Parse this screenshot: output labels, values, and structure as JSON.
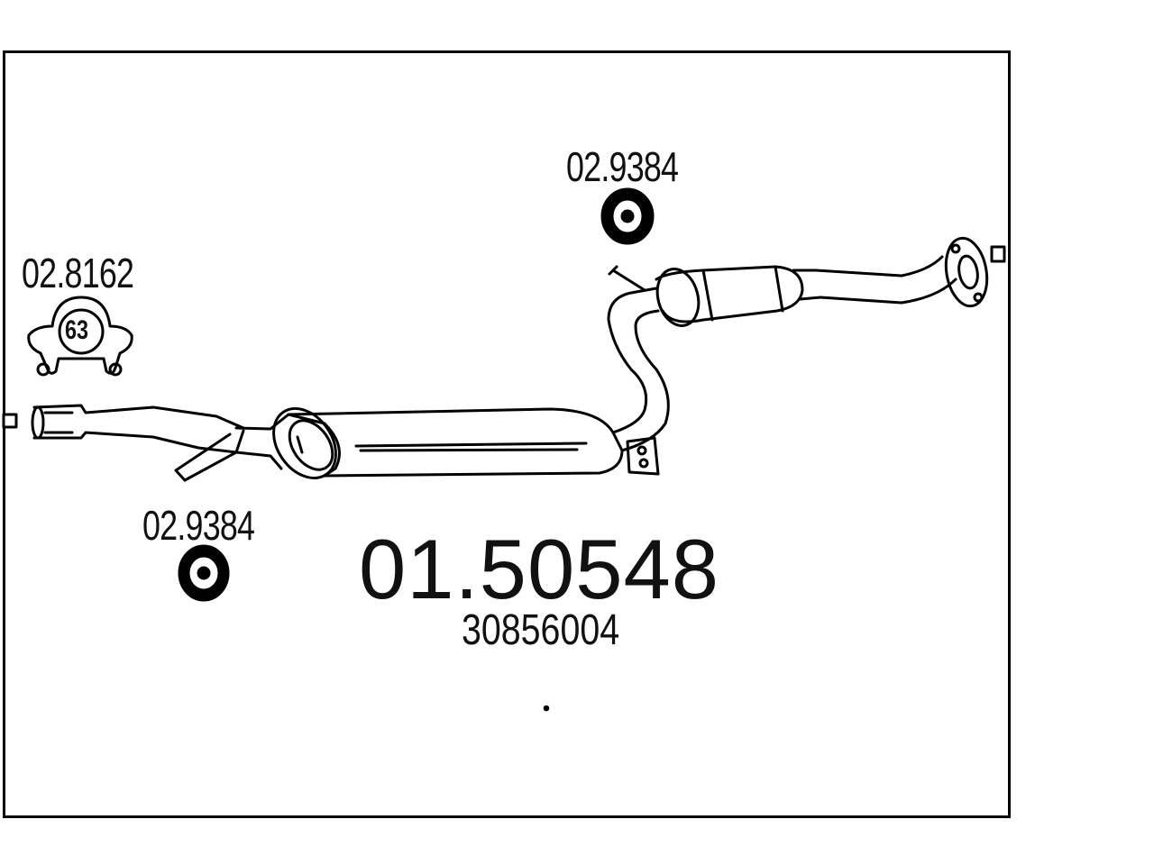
{
  "main_part_number": "01.50548",
  "oem_number": "30856004",
  "labels": {
    "clamp_part": "02.8162",
    "clamp_size": "63",
    "hanger_top_part": "02.9384",
    "hanger_bottom_part": "02.9384"
  },
  "colors": {
    "line": "#000000",
    "background": "#ffffff"
  }
}
